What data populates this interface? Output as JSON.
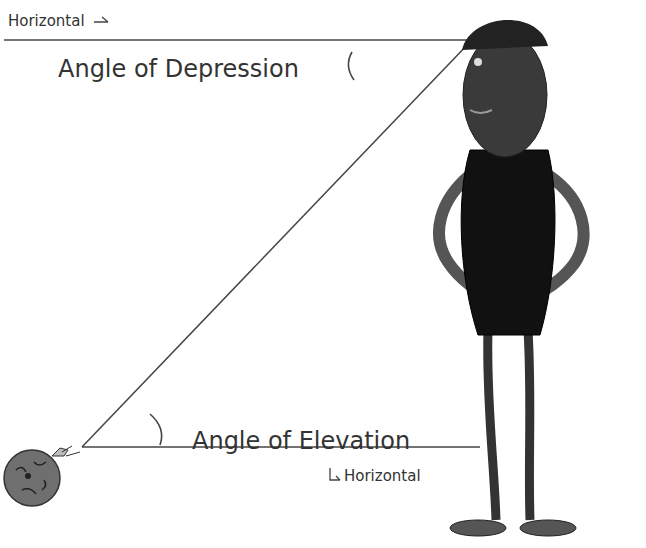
{
  "diagram": {
    "labels": [
      "Horizontal",
      "Angle of Depression",
      "Angle of Elevation",
      "Horizontal"
    ]
  }
}
